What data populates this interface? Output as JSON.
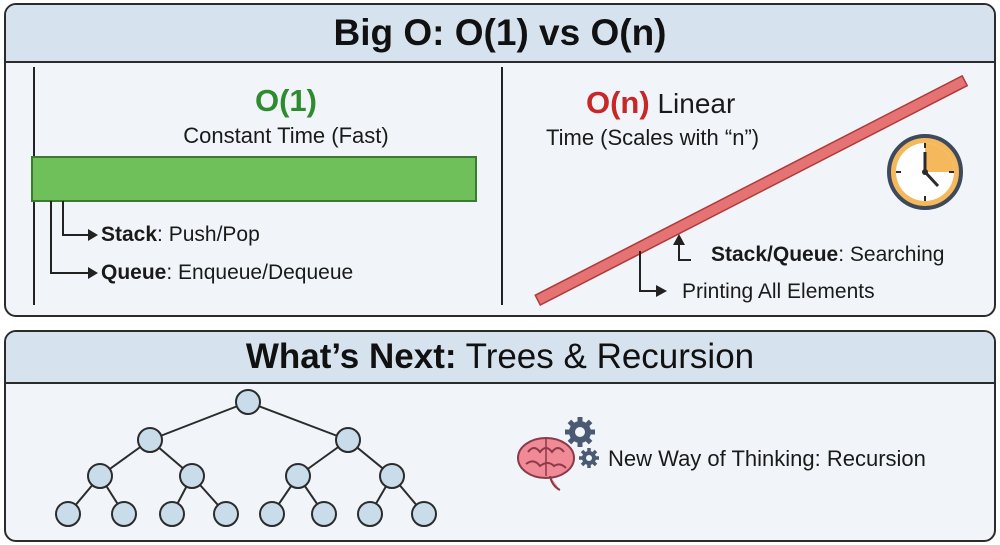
{
  "top": {
    "title": "Big O: O(1) vs O(n)",
    "o1": {
      "heading": "O(1)",
      "subtitle": "Constant Time (Fast)",
      "items": [
        {
          "bold": "Stack",
          "rest": ": Push/Pop"
        },
        {
          "bold": "Queue",
          "rest": ": Enqueue/Dequeue"
        }
      ]
    },
    "on": {
      "heading": "O(n)",
      "heading_suffix": " Linear",
      "subtitle": "Time (Scales with “n”)",
      "items": [
        {
          "bold": "Stack/Queue",
          "rest": ": Searching"
        },
        {
          "bold": "",
          "rest": "Printing All Elements"
        }
      ]
    },
    "colors": {
      "green_bar": "#6fbf5b",
      "red_line": "#e57373",
      "green_text": "#2e8b2e",
      "red_text": "#c62828"
    },
    "icons": [
      "clock-icon"
    ]
  },
  "bottom": {
    "title_bold": "What’s Next:",
    "title_rest": " Trees & Recursion",
    "recursion_label": "New Way of Thinking: Recursion",
    "icons": [
      "brain-icon",
      "gear-icon",
      "binary-tree-diagram"
    ],
    "colors": {
      "tree_node": "#c8dcea",
      "brain": "#f08a96",
      "gear": "#4a5a72"
    }
  }
}
